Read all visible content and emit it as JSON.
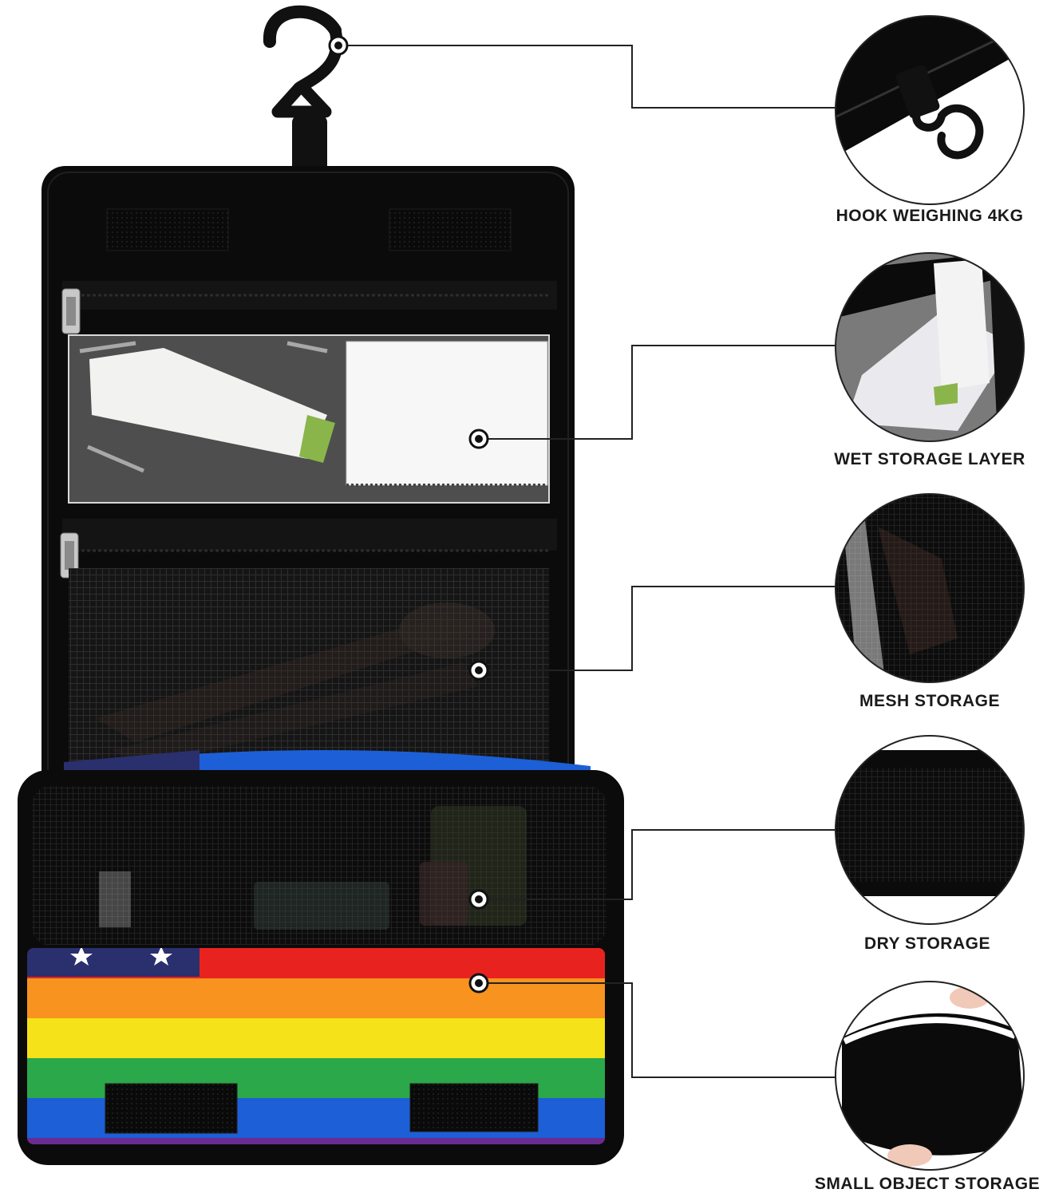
{
  "features": [
    {
      "id": "hook",
      "label": "HOOK WEIGHING 4KG"
    },
    {
      "id": "wet",
      "label": "WET STORAGE LAYER"
    },
    {
      "id": "mesh",
      "label": "MESH STORAGE"
    },
    {
      "id": "dry",
      "label": "DRY STORAGE"
    },
    {
      "id": "small",
      "label": "SMALL OBJECT STORAGE"
    }
  ],
  "colors": {
    "bag_body": "#0b0b0b",
    "callout_line": "#222222",
    "flag_red": "#e8231f",
    "flag_orange": "#f7931e",
    "flag_yellow": "#f5e218",
    "flag_green": "#2ba84a",
    "flag_blue": "#1d5fd6",
    "flag_purple": "#6a2c91",
    "flag_navy": "#2a2f6e"
  },
  "icons": [
    "hook-icon",
    "zipper-icon",
    "star-icon"
  ]
}
